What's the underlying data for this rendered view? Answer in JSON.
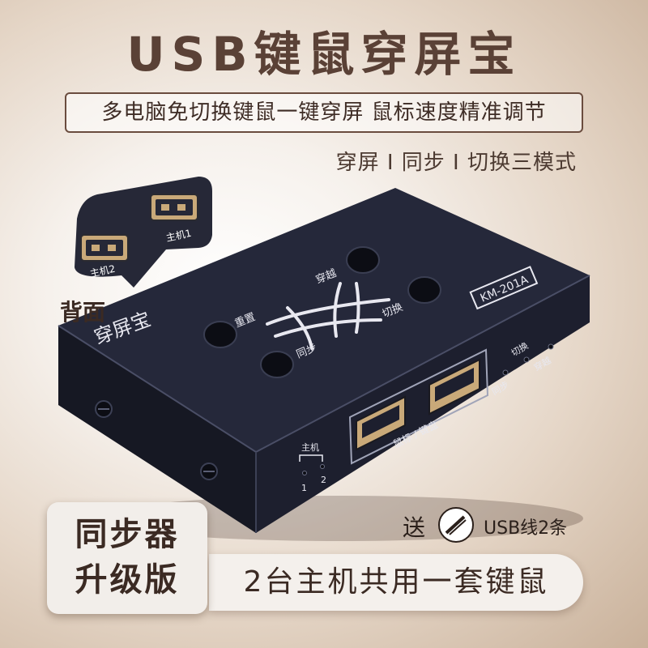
{
  "title": "USB键鼠穿屏宝",
  "subtitle": "多电脑免切换键鼠一键穿屏  鼠标速度精准调节",
  "modes": "穿屏 I 同步 I 切换三模式",
  "back_label": "背面",
  "back_ports": [
    "主机2",
    "主机1"
  ],
  "device": {
    "brand": "穿屏宝",
    "model": "KM-201A",
    "buttons": [
      "重置",
      "穿越",
      "切换",
      "同步"
    ],
    "usb_label": "鼠标 / 键盘",
    "led_labels": [
      "同步",
      "切换",
      "穿越"
    ],
    "host_label": "主机",
    "host_numbers": [
      "1",
      "2"
    ]
  },
  "badge_lines": [
    "同步器",
    "升级版"
  ],
  "bottom_text": "2台主机共用一套键鼠",
  "gift": {
    "label": "送",
    "text": "USB线2条"
  },
  "colors": {
    "device": "#25283a",
    "accent_text": "#5a4136"
  }
}
